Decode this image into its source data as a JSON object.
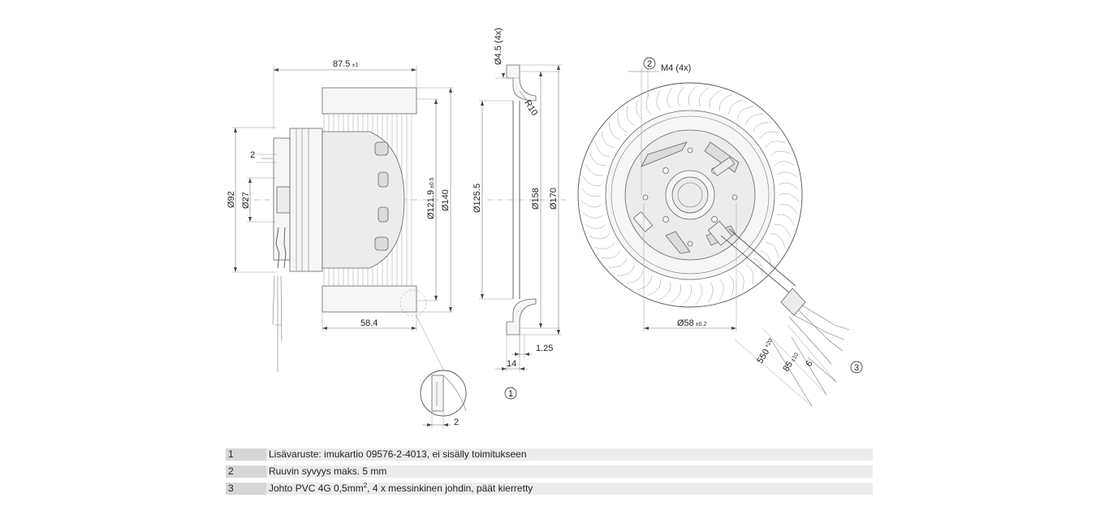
{
  "dimensions": {
    "side_width": "87.5",
    "side_width_tol": "±1",
    "shoulder_step": "2",
    "dia_92": "Ø92",
    "dia_27": "Ø27",
    "dia_121": "Ø121.9",
    "dia_121_tol": "±0.5",
    "dia_140": "Ø140",
    "depth_584": "58.4",
    "detail_2": "2",
    "hole_dia": "Ø4.5 (4x)",
    "radius": "R10",
    "dia_1255": "Ø125.5",
    "dia_158": "Ø158",
    "dia_170": "Ø170",
    "ring_14": "14",
    "ring_125": "1.25",
    "thread": "M4 (4x)",
    "dia_58": "Ø58",
    "dia_58_tol": "±0.2",
    "cable_550": "550",
    "cable_550_tol": "+20",
    "cable_85": "85",
    "cable_85_tol": "±10",
    "cable_6": "6"
  },
  "callouts": {
    "c1": "1",
    "c2": "2",
    "c3": "3"
  },
  "legend": [
    {
      "num": "1",
      "text": "Lisävaruste: imukartio 09576-2-4013, ei sisälly toimitukseen"
    },
    {
      "num": "2",
      "text": "Ruuvin syvyys maks. 5 mm"
    },
    {
      "num": "3",
      "text_main": "Johto PVC 4G 0,5mm",
      "text_sup": "2",
      "text_rest": ", 4 x messinkinen johdin, päät kierretty"
    }
  ],
  "colors": {
    "line": "#555555",
    "legend_row": "#ececec",
    "legend_num": "#d6d6d6"
  }
}
